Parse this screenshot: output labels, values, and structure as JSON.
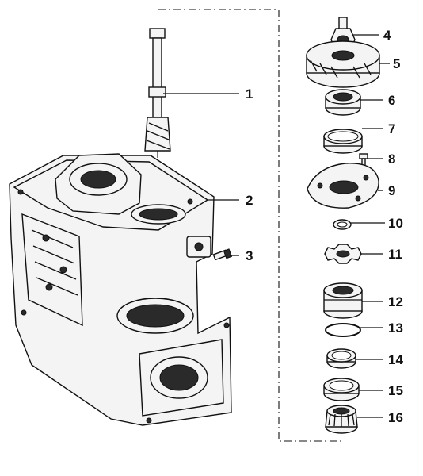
{
  "callouts": [
    {
      "number": "1"
    },
    {
      "number": "2"
    },
    {
      "number": "3"
    },
    {
      "number": "4"
    },
    {
      "number": "5"
    },
    {
      "number": "6"
    },
    {
      "number": "7"
    },
    {
      "number": "8"
    },
    {
      "number": "9"
    },
    {
      "number": "10"
    },
    {
      "number": "11"
    },
    {
      "number": "12"
    },
    {
      "number": "13"
    },
    {
      "number": "14"
    },
    {
      "number": "15"
    },
    {
      "number": "16"
    }
  ]
}
